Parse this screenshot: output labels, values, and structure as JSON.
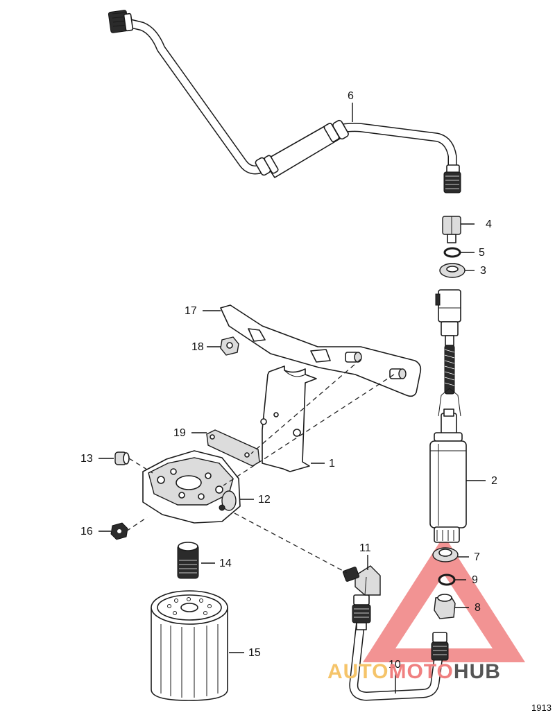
{
  "diagram": {
    "callouts": [
      {
        "id": "c1",
        "label": "1"
      },
      {
        "id": "c2",
        "label": "2"
      },
      {
        "id": "c3",
        "label": "3"
      },
      {
        "id": "c4",
        "label": "4"
      },
      {
        "id": "c5",
        "label": "5"
      },
      {
        "id": "c6",
        "label": "6"
      },
      {
        "id": "c7",
        "label": "7"
      },
      {
        "id": "c8",
        "label": "8"
      },
      {
        "id": "c9",
        "label": "9"
      },
      {
        "id": "c10",
        "label": "10"
      },
      {
        "id": "c11",
        "label": "11"
      },
      {
        "id": "c12",
        "label": "12"
      },
      {
        "id": "c13",
        "label": "13"
      },
      {
        "id": "c14",
        "label": "14"
      },
      {
        "id": "c15",
        "label": "15"
      },
      {
        "id": "c16",
        "label": "16"
      },
      {
        "id": "c17",
        "label": "17"
      },
      {
        "id": "c18",
        "label": "18"
      },
      {
        "id": "c19",
        "label": "19"
      }
    ],
    "figure_number": "1913"
  },
  "watermark": {
    "text_auto": "AUTO",
    "text_moto": "MOTO",
    "text_hub": "HUB",
    "colors": {
      "triangle": "#f08080",
      "auto": "#f5c46a",
      "moto": "#f08080",
      "hub": "#555555"
    }
  }
}
